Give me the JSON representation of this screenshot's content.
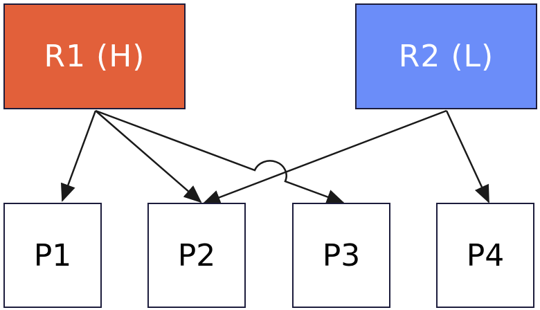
{
  "colors": {
    "high_priority_resource": "#e2603a",
    "low_priority_resource": "#6b8df9",
    "process_fill": "#ffffff",
    "border": "#1c1c3c",
    "edge": "#1a1a1a"
  },
  "resources": [
    {
      "id": "r1",
      "label": "R1 (H)"
    },
    {
      "id": "r2",
      "label": "R2 (L)"
    }
  ],
  "processes": [
    {
      "id": "p1",
      "label": "P1"
    },
    {
      "id": "p2",
      "label": "P2"
    },
    {
      "id": "p3",
      "label": "P3"
    },
    {
      "id": "p4",
      "label": "P4"
    }
  ],
  "edges": [
    {
      "from": "R1",
      "to": "P1"
    },
    {
      "from": "R1",
      "to": "P2"
    },
    {
      "from": "R1",
      "to": "P3",
      "hop_over": "R2→P2"
    },
    {
      "from": "R2",
      "to": "P2"
    },
    {
      "from": "R2",
      "to": "P4"
    }
  ]
}
